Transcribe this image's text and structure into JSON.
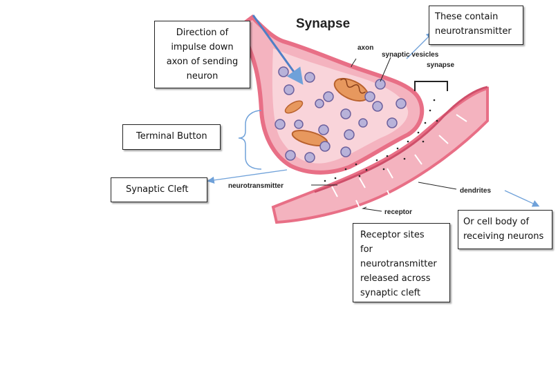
{
  "diagram": {
    "title": "Synapse",
    "labels": {
      "axon": "axon",
      "synaptic_vesicles": "synaptic vesicles",
      "synapse": "synapse",
      "neurotransmitter": "neurotransmitter",
      "dendrites": "dendrites",
      "receptor": "receptor"
    }
  },
  "notes": {
    "direction": [
      "Direction of",
      "impulse down",
      "axon of sending",
      "neuron"
    ],
    "contain": [
      "These contain",
      "neurotransmitter"
    ],
    "terminal_button": "Terminal Button",
    "synaptic_cleft": "Synaptic Cleft",
    "cell_body": [
      "Or cell body of",
      "receiving neurons"
    ],
    "receptor_sites": [
      "Receptor sites",
      "for",
      "neurotransmitter",
      "released across",
      "synaptic cleft"
    ]
  },
  "colors": {
    "membrane": "#e86f86",
    "cytoplasm": "#f4b3bf",
    "cytoplasm_light": "#f9d4da",
    "vesicle": "#b8b2d9",
    "mitochondria": "#e7985e",
    "arrow": "#6fa1d9",
    "impulse_arrow": "#4f7fc6"
  }
}
